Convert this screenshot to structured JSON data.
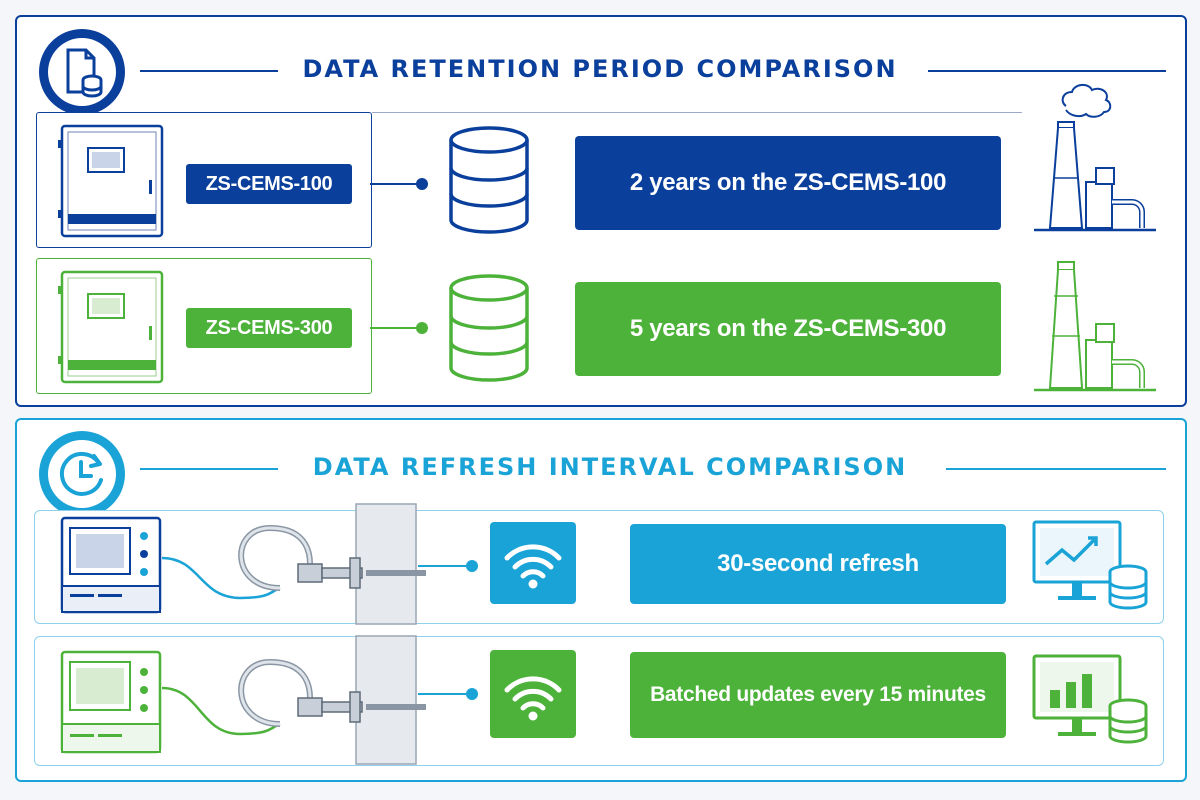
{
  "colors": {
    "navy": "#0b3f9c",
    "green": "#4db23a",
    "cyan": "#1aa3d6",
    "light_cyan": "#8fd0ec"
  },
  "retention": {
    "title": "DATA RETENTION PERIOD COMPARISON",
    "icon": "document-database-icon",
    "rows": [
      {
        "model": "ZS-CEMS-100",
        "text": "2 years on the ZS-CEMS-100",
        "icon_left": "cabinet-analyzer-icon",
        "icon_mid": "database-icon",
        "icon_right": "factory-smokestack-icon"
      },
      {
        "model": "ZS-CEMS-300",
        "text": "5 years on the ZS-CEMS-300",
        "icon_left": "cabinet-analyzer-icon",
        "icon_mid": "database-icon",
        "icon_right": "factory-smokestack-icon"
      }
    ]
  },
  "refresh": {
    "title": "DATA REFRESH INTERVAL COMPARISON",
    "icon": "clock-refresh-icon",
    "rows": [
      {
        "text": "30-second refresh",
        "icon_left": "rack-analyzer-icon",
        "icon_probe": "stack-probe-icon",
        "icon_mid": "wifi-icon",
        "icon_right": "monitor-line-chart-icon"
      },
      {
        "text": "Batched updates every 15 minutes",
        "icon_left": "rack-analyzer-icon",
        "icon_probe": "stack-probe-icon",
        "icon_mid": "wifi-icon",
        "icon_right": "monitor-bar-chart-icon"
      }
    ]
  }
}
